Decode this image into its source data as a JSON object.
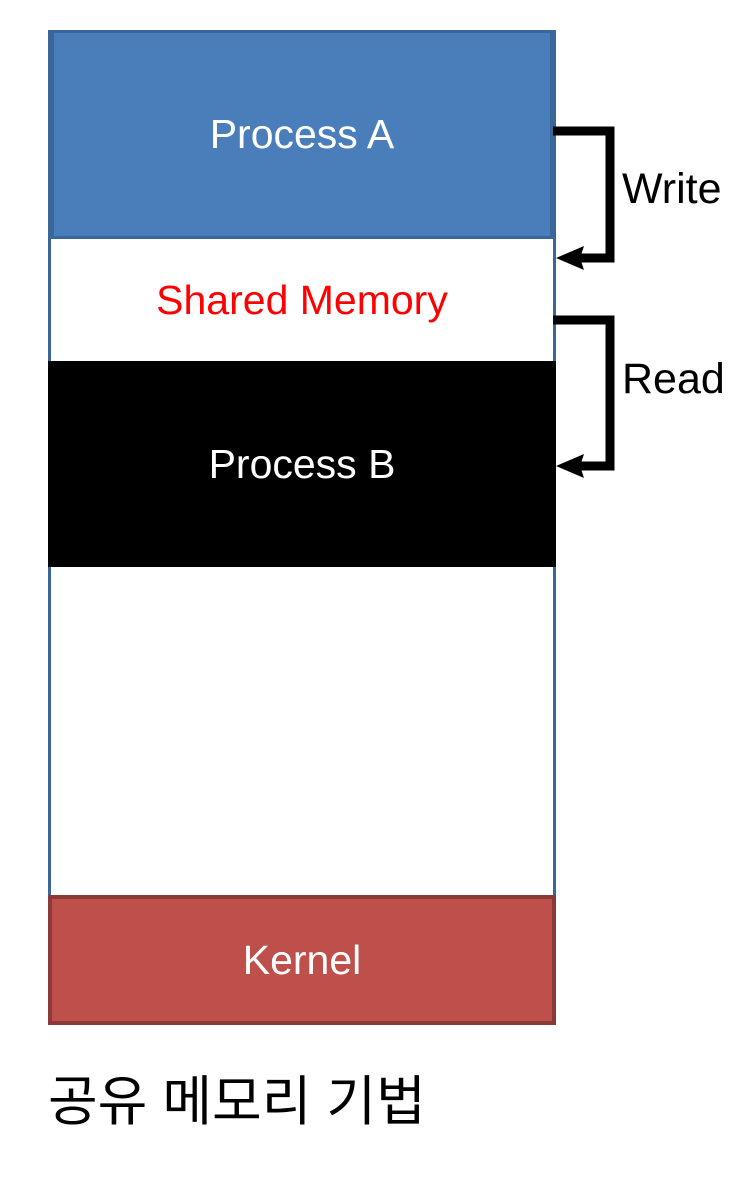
{
  "diagram": {
    "caption": "공유 메모리 기법",
    "memory_map": {
      "blocks": [
        {
          "label": "Process A",
          "fill": "#4A7EBB",
          "text_color": "#FFFFFF"
        },
        {
          "label": "Shared Memory",
          "fill": "#FFFFFF",
          "text_color": "#FF0000"
        },
        {
          "label": "Process B",
          "fill": "#000000",
          "text_color": "#FFFFFF"
        },
        {
          "label": "",
          "fill": "#FFFFFF",
          "text_color": "#000000"
        },
        {
          "label": "Kernel",
          "fill": "#BF4F4B",
          "text_color": "#FFFFFF"
        }
      ],
      "border_color": "#3B6699"
    },
    "arrows": [
      {
        "label": "Write",
        "from": "Process A",
        "to": "Shared Memory",
        "color": "#000000"
      },
      {
        "label": "Read",
        "from": "Shared Memory",
        "to": "Process B",
        "color": "#000000"
      }
    ]
  },
  "colors": {
    "process_a_blue": "#4A7EBB",
    "container_border_blue": "#3B6699",
    "process_b_black": "#000000",
    "kernel_red": "#BF4F4B",
    "kernel_border_red": "#8C3A37",
    "shared_memory_text_red": "#FF0000",
    "arrow_black": "#000000"
  }
}
